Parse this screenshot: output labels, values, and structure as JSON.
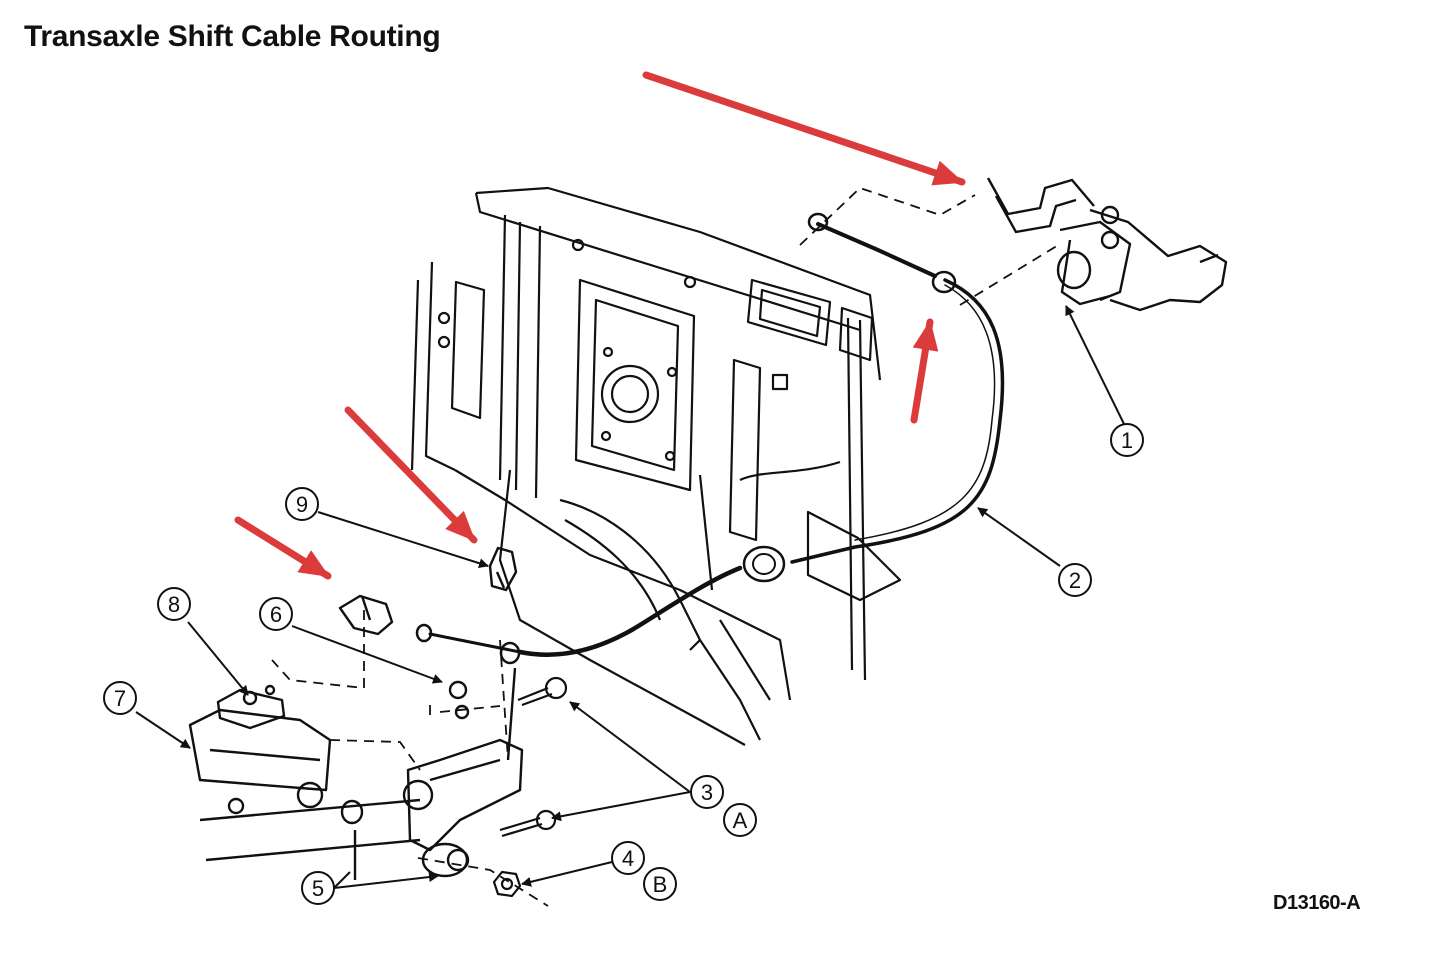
{
  "title": "Transaxle Shift Cable Routing",
  "figure_code": "D13160-A",
  "colors": {
    "ink": "#111111",
    "arrow": "#dc3b3b",
    "background": "#ffffff"
  },
  "callouts": [
    {
      "label": "1"
    },
    {
      "label": "2"
    },
    {
      "label": "3"
    },
    {
      "label": "A"
    },
    {
      "label": "4"
    },
    {
      "label": "B"
    },
    {
      "label": "5"
    },
    {
      "label": "6"
    },
    {
      "label": "7"
    },
    {
      "label": "8"
    },
    {
      "label": "9"
    }
  ]
}
